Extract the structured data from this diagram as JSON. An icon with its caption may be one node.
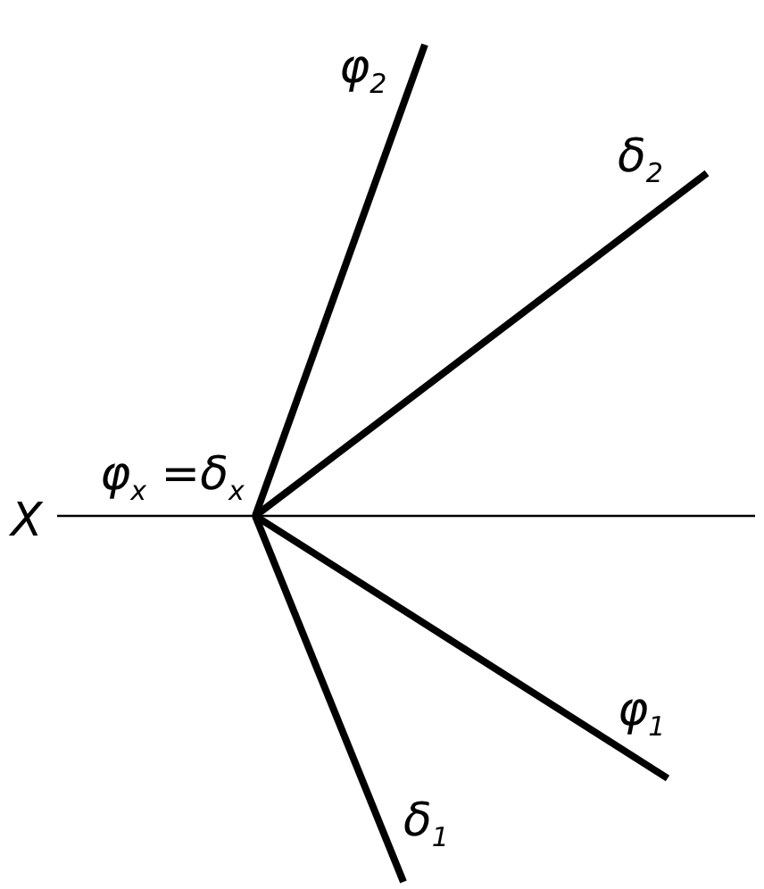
{
  "diagram": {
    "labels": [
      "φ$_{2}$",
      "δ$_{2}$",
      "φ$_{x}$ =δ$_{x}$",
      "X",
      "φ$_{1}$",
      "δ$_{1}$"
    ]
  }
}
